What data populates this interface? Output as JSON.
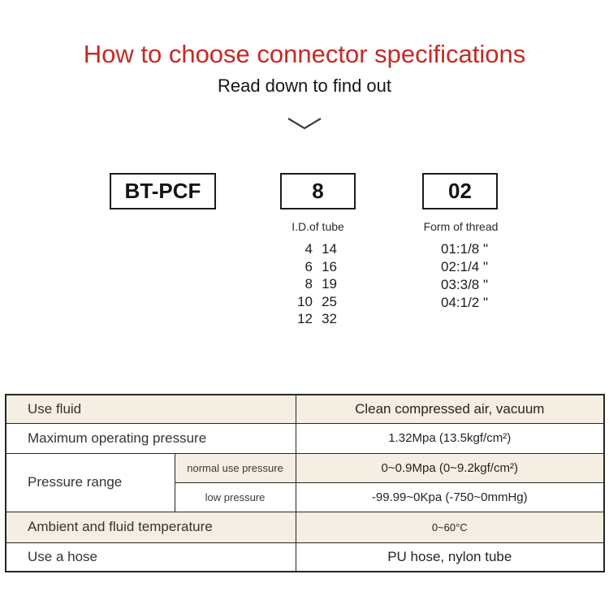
{
  "header": {
    "title": "How to choose connector specifications",
    "subtitle": "Read down to find out"
  },
  "icons": {
    "scroll_hint": "chevron-down"
  },
  "colors": {
    "title_red": "#c42a24",
    "table_beige": "#f5eee2",
    "border_dark": "#262626"
  },
  "model_code": {
    "prefix": "BT-PCF",
    "tube_code": "8",
    "thread_code": "02"
  },
  "tube_section": {
    "label": "I.D.of tube",
    "pairs": [
      [
        "4",
        "14"
      ],
      [
        "6",
        "16"
      ],
      [
        "8",
        "19"
      ],
      [
        "10",
        "25"
      ],
      [
        "12",
        "32"
      ]
    ]
  },
  "thread_section": {
    "label": "Form of thread",
    "options": [
      "01:1/8 \"",
      "02:1/4 \"",
      "03:3/8 \"",
      "04:1/2 \""
    ]
  },
  "spec_table": {
    "rows": [
      {
        "label": "Use fluid",
        "value": "Clean compressed air, vacuum"
      },
      {
        "label": "Maximum operating pressure",
        "value": "1.32Mpa (13.5kgf/cm²)"
      },
      {
        "label": "Pressure range",
        "sub_rows": [
          {
            "label": "normal use pressure",
            "value": "0~0.9Mpa (0~9.2kgf/cm²)"
          },
          {
            "label": "low pressure",
            "value": "-99.99~0Kpa (-750~0mmHg)"
          }
        ]
      },
      {
        "label": "Ambient and fluid temperature",
        "value": "0~60°C"
      },
      {
        "label": "Use a hose",
        "value": "PU hose, nylon tube"
      }
    ]
  }
}
